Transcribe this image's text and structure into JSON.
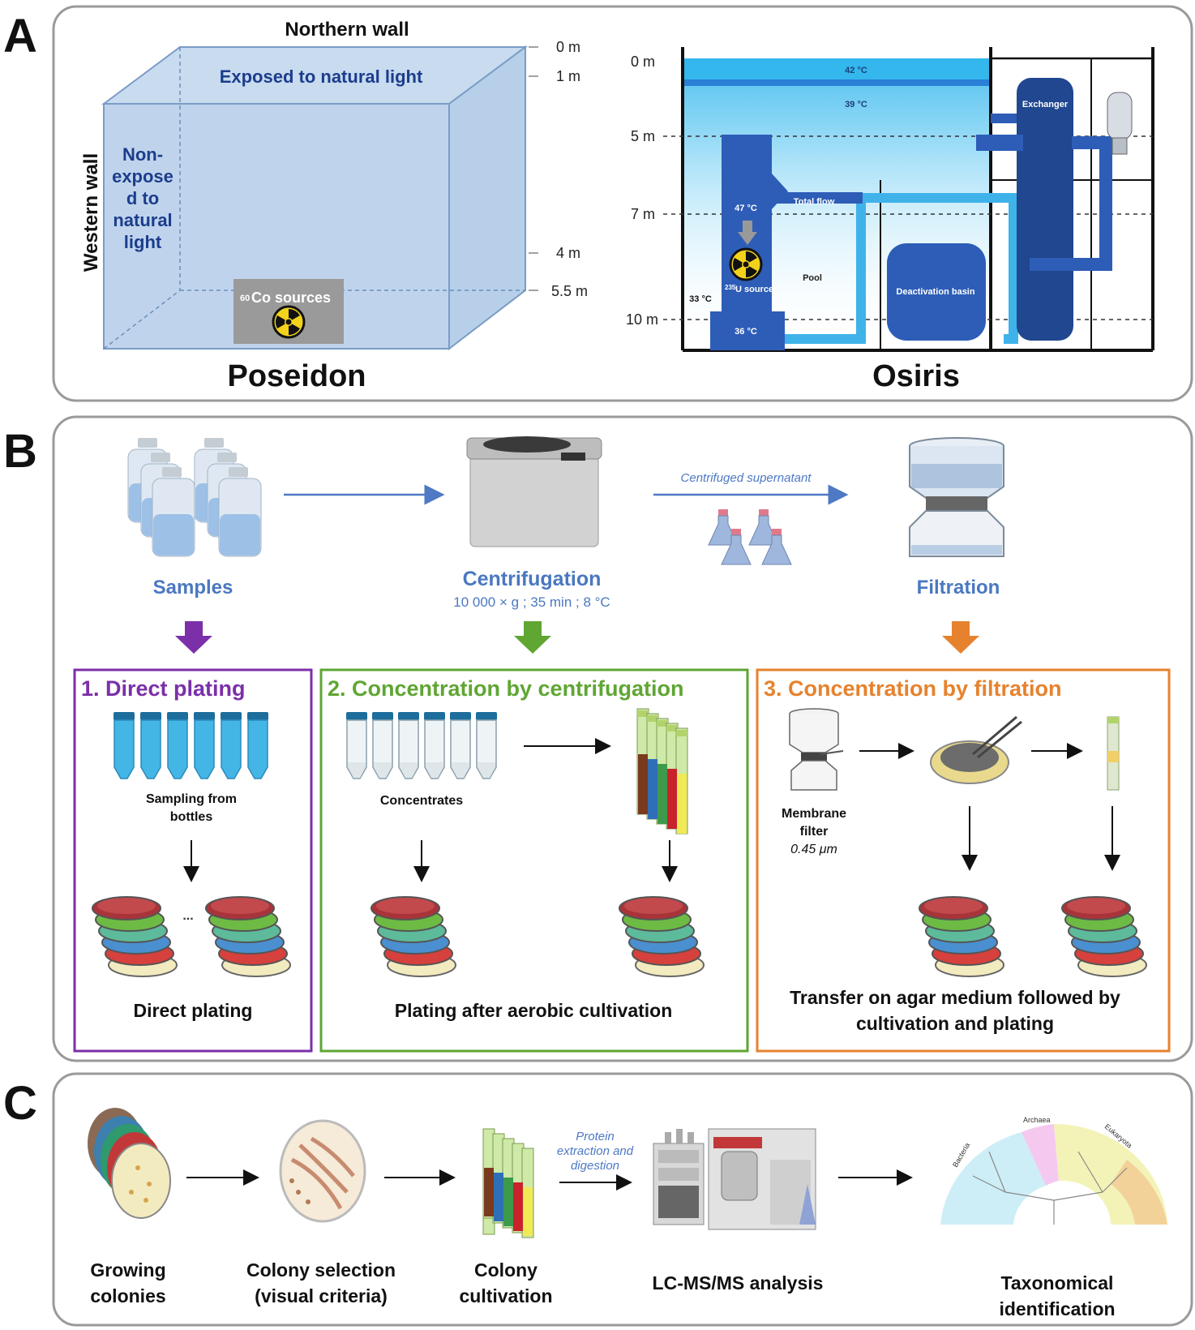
{
  "panelA": {
    "letter": "A",
    "poseidon": {
      "title": "Poseidon",
      "north_wall": "Northern wall",
      "west_wall": "Western wall",
      "exposed": "Exposed to natural light",
      "non_exposed": [
        "Non-",
        "expose",
        "d to",
        "natural",
        "light"
      ],
      "source_sup": "60",
      "source_label": "Co sources",
      "depths": [
        "0 m",
        "1 m",
        "4 m",
        "5.5 m"
      ]
    },
    "osiris": {
      "title": "Osiris",
      "depths": [
        "0 m",
        "5 m",
        "7 m",
        "10 m"
      ],
      "temps": [
        "42 °C",
        "39 °C",
        "47 °C",
        "33 °C",
        "36 °C"
      ],
      "exchanger": "Exchanger",
      "total_flow": "Total flow",
      "pool": "Pool",
      "deactivation": "Deactivation basin",
      "source_sup": "235",
      "source_label": "U source"
    }
  },
  "panelB": {
    "letter": "B",
    "samples": "Samples",
    "centrifugation": "Centrifugation",
    "centrifugation_params": "10 000 × g ; 35 min ; 8 °C",
    "supernatant": "Centrifuged supernatant",
    "filtration": "Filtration",
    "box1": {
      "title": "1. Direct plating",
      "sampling": [
        "Sampling from",
        "bottles"
      ],
      "ellipsis": "...",
      "footer": "Direct plating"
    },
    "box2": {
      "title": "2. Concentration by centrifugation",
      "concentrates": "Concentrates",
      "footer": "Plating after aerobic cultivation"
    },
    "box3": {
      "title": "3. Concentration by filtration",
      "membrane": [
        "Membrane",
        "filter"
      ],
      "pore": "0.45 μm",
      "footer": [
        "Transfer on agar medium followed by",
        "cultivation and plating"
      ]
    },
    "colors": {
      "purple": "#7b2fa8",
      "green": "#5fa633",
      "orange": "#e6822e"
    }
  },
  "panelC": {
    "letter": "C",
    "steps": [
      [
        "Growing",
        "colonies"
      ],
      [
        "Colony selection",
        "(visual criteria)"
      ],
      [
        "Colony",
        "cultivation"
      ],
      [
        "LC-MS/MS analysis"
      ],
      [
        "Taxonomical",
        "identification"
      ]
    ],
    "protein": [
      "Protein",
      "extraction and",
      "digestion"
    ],
    "tree_labels": [
      "Bacteria",
      "Archaea",
      "Eukaryota"
    ]
  }
}
